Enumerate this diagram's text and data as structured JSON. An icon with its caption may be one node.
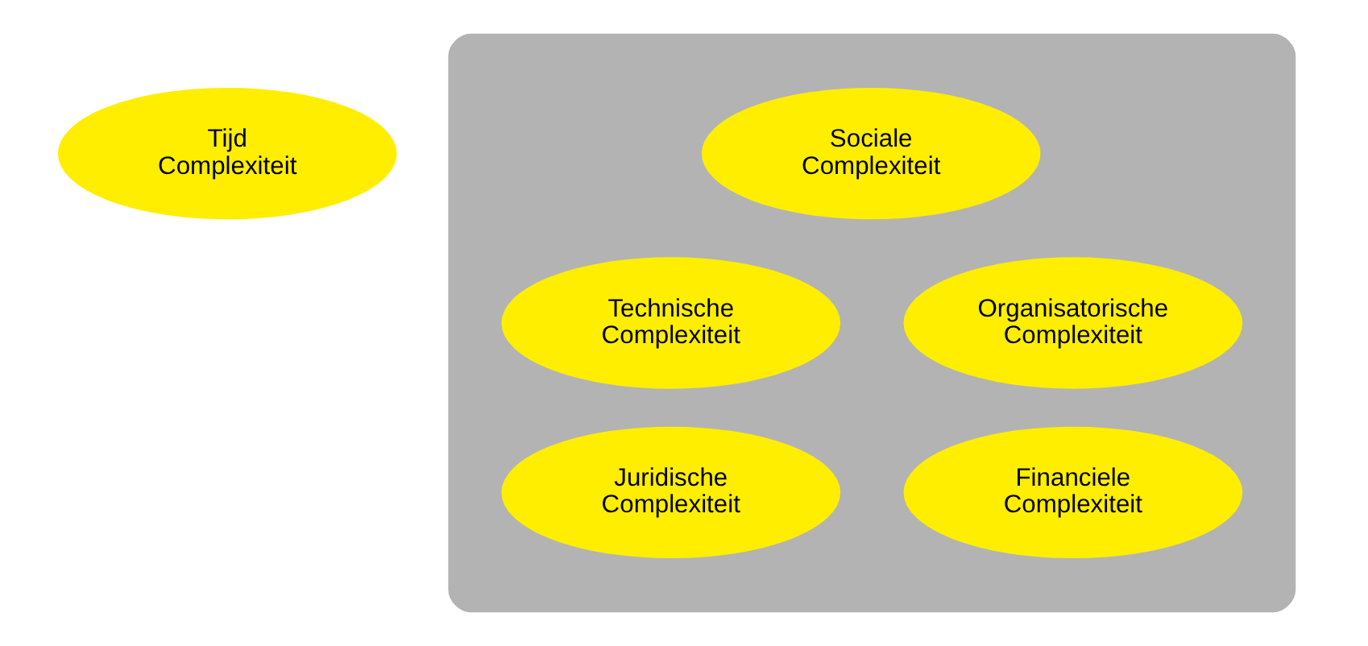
{
  "diagram": {
    "nodes": [
      {
        "text": [
          "Tijd Complexiteit"
        ]
      },
      {
        "text": [],
        "shape": "ellipse"
      },
      {
        "text": [
          "Sociale Complexiteit"
        ],
        "in": 1
      },
      {
        "text": [
          "Technische Complexiteit"
        ],
        "in": 1
      },
      {
        "text": [
          "Organisatorische Complexiteit"
        ],
        "in": 1
      },
      {
        "text": [
          "Juridische Complexiteit"
        ],
        "in": 1
      },
      {
        "text": [
          "Financiele Complexiteit"
        ],
        "in": 1
      }
    ],
    "edges": []
  }
}
